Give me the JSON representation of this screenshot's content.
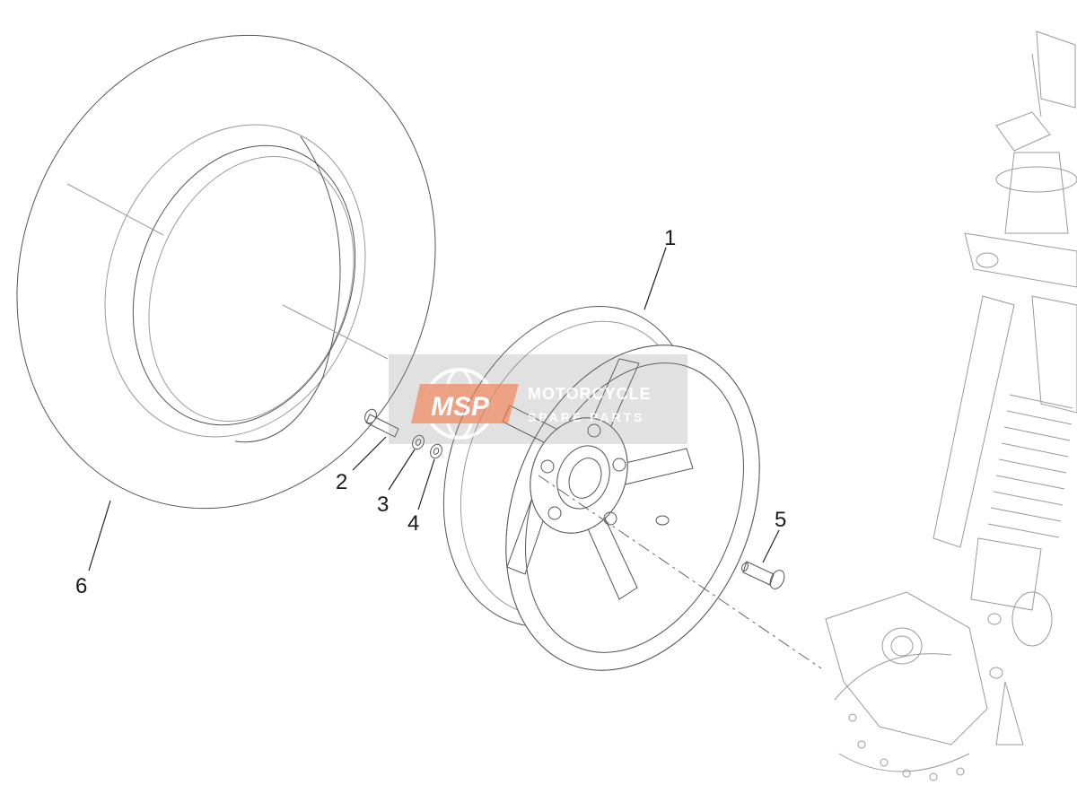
{
  "parts": [
    {
      "id": "1",
      "label": "1",
      "name": "wheel-rim"
    },
    {
      "id": "2",
      "label": "2",
      "name": "axle-bolt"
    },
    {
      "id": "3",
      "label": "3",
      "name": "washer"
    },
    {
      "id": "4",
      "label": "4",
      "name": "washer"
    },
    {
      "id": "5",
      "label": "5",
      "name": "tire-valve"
    },
    {
      "id": "6",
      "label": "6",
      "name": "tire"
    }
  ],
  "watermark": {
    "badge": "MSP",
    "line1": "MOTORCYCLE",
    "line2": "SPARE PARTS",
    "badge_color": "#e8794f",
    "band_color": "#8c8c8c"
  }
}
